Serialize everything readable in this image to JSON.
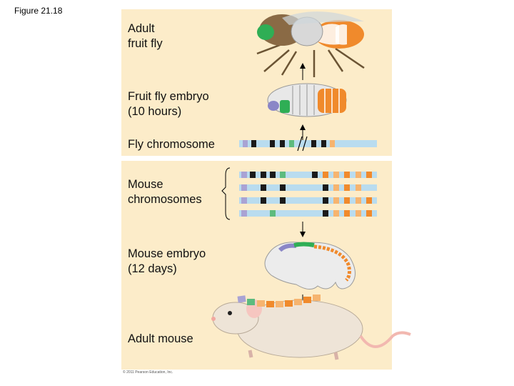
{
  "figure_label": "Figure 21.18",
  "labels": {
    "adult_fly": "Adult\nfruit fly",
    "fly_embryo": "Fruit fly embryo\n(10 hours)",
    "fly_chromosome": "Fly chromosome",
    "mouse_chromosomes": "Mouse\nchromosomes",
    "mouse_embryo": "Mouse embryo\n(12 days)",
    "adult_mouse": "Adult mouse"
  },
  "copyright": "© 2011 Pearson Education, Inc.",
  "colors": {
    "panel_bg": "#fcecc9",
    "chromosome_bar": "#b9dcef",
    "gene_purple": "#a9a3d4",
    "gene_dark": "#1a1a1a",
    "gene_green": "#5dbb7e",
    "gene_orange": "#f08a2c",
    "gene_peach": "#f6b46f"
  }
}
